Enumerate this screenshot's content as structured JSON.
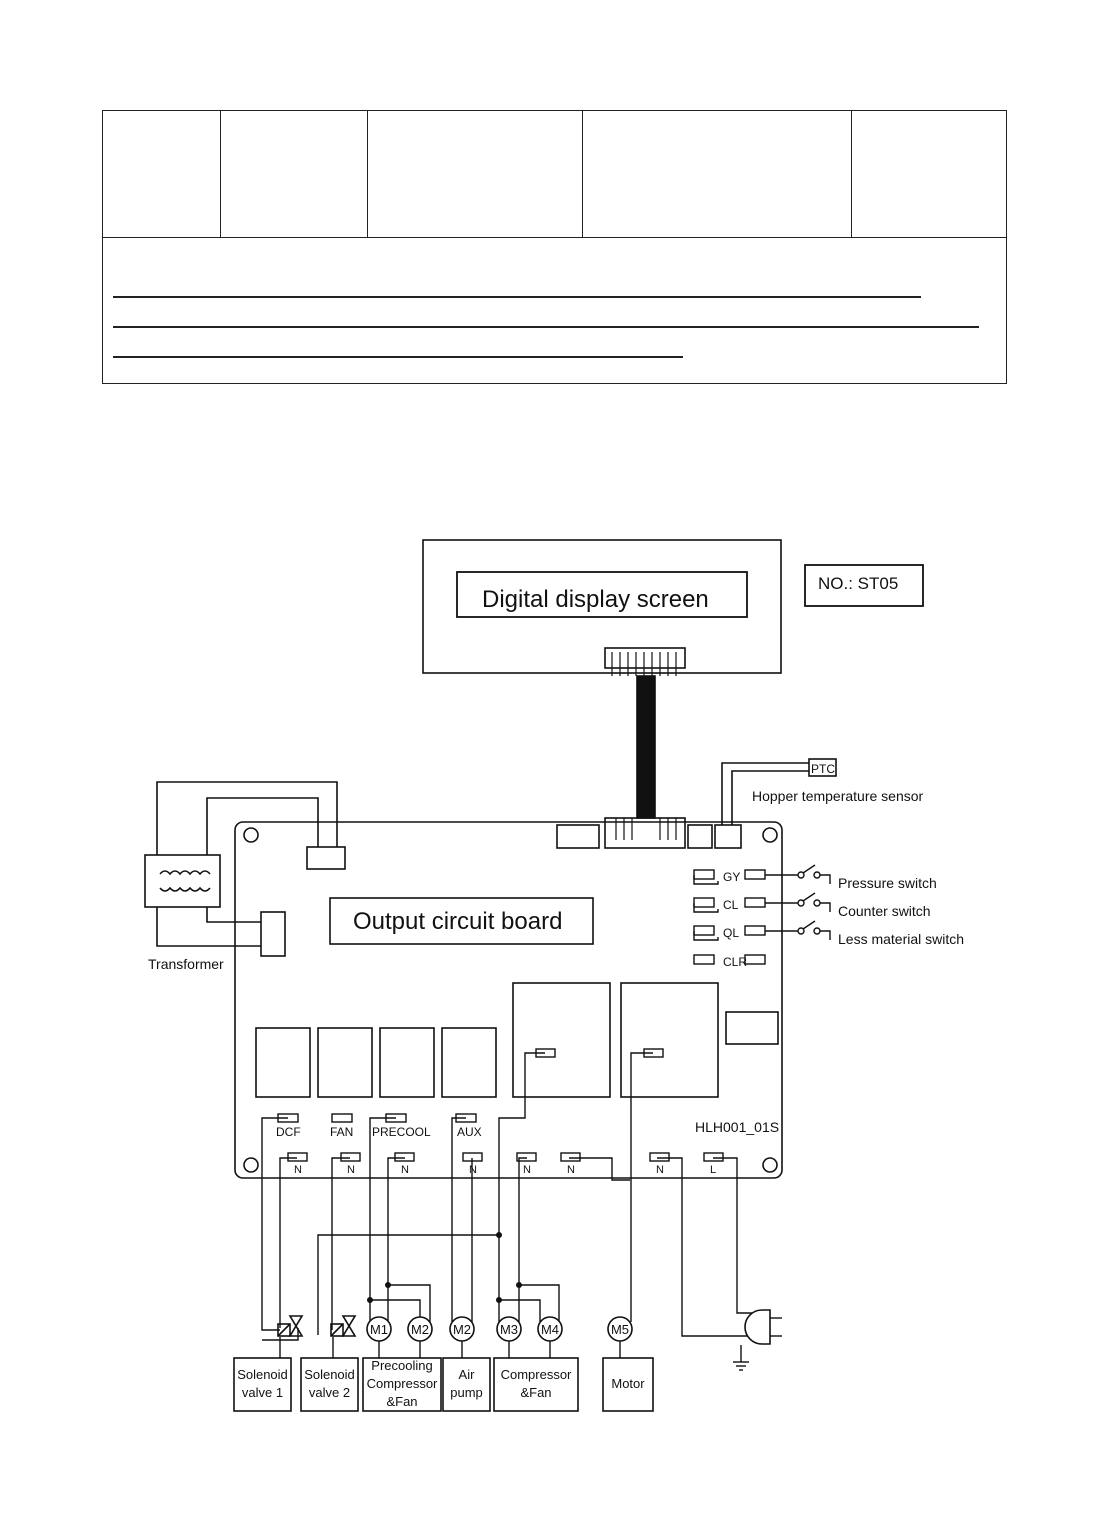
{
  "diagram": {
    "display_title": "Digital display screen",
    "model_number": "NO.: ST05",
    "board_title": "Output circuit board",
    "board_id": "HLH001_01S",
    "transformer_label": "Transformer",
    "sensor": {
      "code": "PTC",
      "label": "Hopper temperature sensor"
    },
    "inputs": [
      {
        "code": "GY",
        "label": "Pressure switch"
      },
      {
        "code": "CL",
        "label": "Counter switch"
      },
      {
        "code": "QL",
        "label": "Less material switch"
      },
      {
        "code": "CLR",
        "label": ""
      }
    ],
    "outputs": [
      "DCF",
      "FAN",
      "PRECOOL",
      "AUX"
    ],
    "neutral_label": "N",
    "line_label": "L",
    "motors": [
      "M1",
      "M2",
      "M2",
      "M3",
      "M4",
      "M5"
    ],
    "loads": [
      {
        "lines": [
          "Solenoid",
          "valve 1"
        ]
      },
      {
        "lines": [
          "Solenoid",
          "valve 2"
        ]
      },
      {
        "lines": [
          "Precooling",
          "Compressor",
          "&Fan"
        ]
      },
      {
        "lines": [
          "Air",
          "pump"
        ]
      },
      {
        "lines": [
          "Compressor",
          "&Fan"
        ]
      },
      {
        "lines": [
          "Motor"
        ]
      }
    ]
  }
}
